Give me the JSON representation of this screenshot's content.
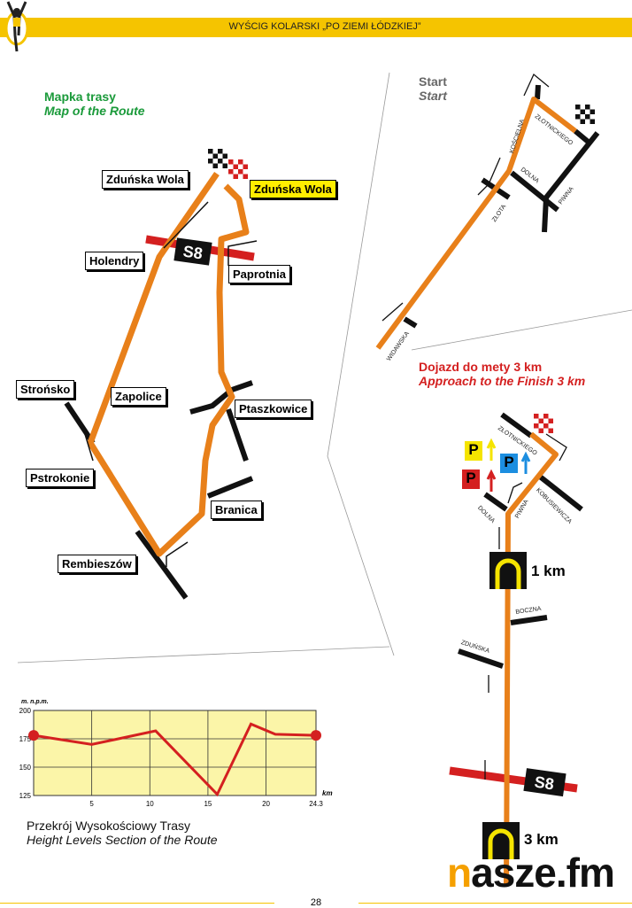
{
  "header": {
    "title": "WYŚCIG KOLARSKI „PO ZIEMI ŁÓDZKIEJ”"
  },
  "route_map": {
    "title_pl": "Mapka trasy",
    "title_en": "Map of the Route",
    "places": [
      "Zduńska Wola",
      "Zduńska Wola",
      "Holendry",
      "Paprotnia",
      "Strońsko",
      "Zapolice",
      "Ptaszkowice",
      "Pstrokonie",
      "Branica",
      "Rembieszów"
    ],
    "road": "S8"
  },
  "start_map": {
    "title_pl": "Start",
    "title_en": "Start",
    "streets": [
      "KOŚCIELNA",
      "ZŁOTNICKIEGO",
      "DOLNA",
      "PIWNA",
      "ZŁOTA",
      "WIDAWSKA"
    ]
  },
  "finish_map": {
    "title_pl": "Dojazd do mety 3 km",
    "title_en": "Approach to the Finish 3 km",
    "streets": [
      "ZŁOTNICKIEGO",
      "KOBUSIEWICZA",
      "DOLNA",
      "PIWNA",
      "BOCZNA",
      "ZDUŃSKA"
    ],
    "parking": [
      "P",
      "P",
      "P"
    ],
    "road": "S8",
    "markers": [
      "1 km",
      "3 km"
    ]
  },
  "chart_data": {
    "type": "line",
    "ylabel": "m. n.p.m.",
    "xlabel": "km",
    "ylim": [
      125,
      200
    ],
    "xlim": [
      0,
      24.3
    ],
    "yticks": [
      "200",
      "175",
      "150",
      "125"
    ],
    "xticks": [
      "5",
      "10",
      "15",
      "20",
      "24,3"
    ],
    "x": [
      0,
      5,
      10.5,
      15.8,
      18.7,
      20.8,
      24.3
    ],
    "y": [
      178,
      170,
      182,
      126,
      188,
      179,
      178
    ],
    "color": "#d42020",
    "background": "#fbf5a8"
  },
  "profile": {
    "title_pl": "Przekrój Wysokościowy Trasy",
    "title_en": "Height Levels Section of the Route"
  },
  "logo": {
    "text_n": "n",
    "text_rest": "asze.fm"
  },
  "footer": {
    "page": "28"
  }
}
